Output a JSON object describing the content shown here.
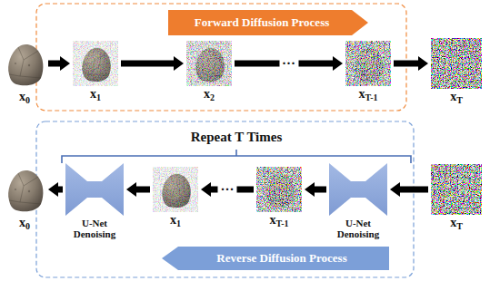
{
  "diagram": {
    "nodes": [
      {
        "text": [
          "Forward Diffusion Process"
        ]
      },
      {
        "text": [
          "x0"
        ]
      },
      {
        "text": [
          "x1"
        ]
      },
      {
        "text": [
          "x2"
        ]
      },
      {
        "text": [
          "xT-1"
        ]
      },
      {
        "text": [
          "xT"
        ]
      },
      {
        "text": [
          "x0"
        ]
      },
      {
        "text": [
          "U-Net Denoising"
        ]
      },
      {
        "text": [
          "x1"
        ]
      },
      {
        "text": [
          "xT-1"
        ]
      },
      {
        "text": [
          "U-Net Denoising"
        ]
      },
      {
        "text": [
          "xT"
        ]
      },
      {
        "text": [
          "Reverse Diffusion Process"
        ]
      }
    ],
    "edges": [
      {
        "from": 1,
        "to": 2,
        "arrow": "to"
      },
      {
        "from": 2,
        "to": 3,
        "arrow": "to"
      },
      {
        "from": 3,
        "to": 4,
        "arrow": "to",
        "label": "···"
      },
      {
        "from": 4,
        "to": 5,
        "arrow": "to"
      },
      {
        "from": 11,
        "to": 10,
        "arrow": "to"
      },
      {
        "from": 10,
        "to": 9,
        "arrow": "to"
      },
      {
        "from": 9,
        "to": 8,
        "arrow": "to",
        "label": "···"
      },
      {
        "from": 8,
        "to": 7,
        "arrow": "to"
      },
      {
        "from": 7,
        "to": 6,
        "arrow": "to"
      }
    ],
    "labels": [
      "Repeat T Times"
    ]
  }
}
